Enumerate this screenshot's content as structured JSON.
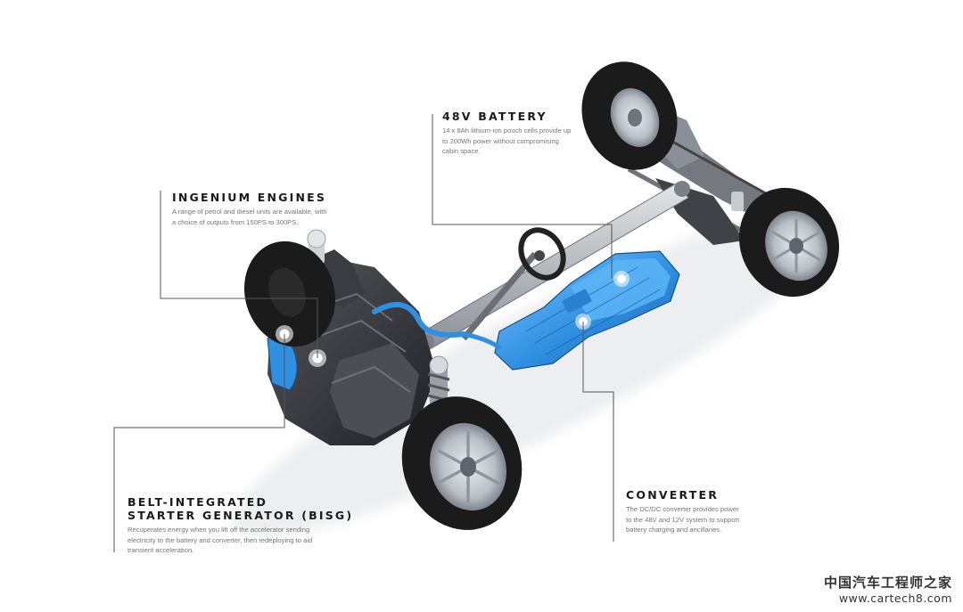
{
  "callouts": {
    "battery": {
      "title": "48V BATTERY",
      "description": "14 x 8Ah lithium-ion pouch cells provide up to 200Wh power without compromising cabin space."
    },
    "engines": {
      "title": "INGENIUM ENGINES",
      "description": "A range of petrol and diesel units are available, with a choice of outputs from 150PS to 300PS."
    },
    "bisg": {
      "title_line1": "BELT-INTEGRATED",
      "title_line2": "STARTER GENERATOR (BISG)",
      "description": "Recuperates energy when you lift off the accelerator sending electricity to the battery and converter, then redeploying to aid transient acceleration."
    },
    "converter": {
      "title": "CONVERTER",
      "description": "The DC/DC converter provides power to the 48V and 12V system to support battery charging and ancillaries."
    }
  },
  "watermark": {
    "chinese": "中国汽车工程师之家",
    "url": "www.cartech8.com"
  },
  "colors": {
    "hybrid_blue": "#2f8fe0",
    "hybrid_blue_light": "#6cc0ff",
    "leader_line": "#555555",
    "tire": "#1b1b1b",
    "rim": "#c9ced4",
    "chassis_dark": "#2e2f33"
  }
}
